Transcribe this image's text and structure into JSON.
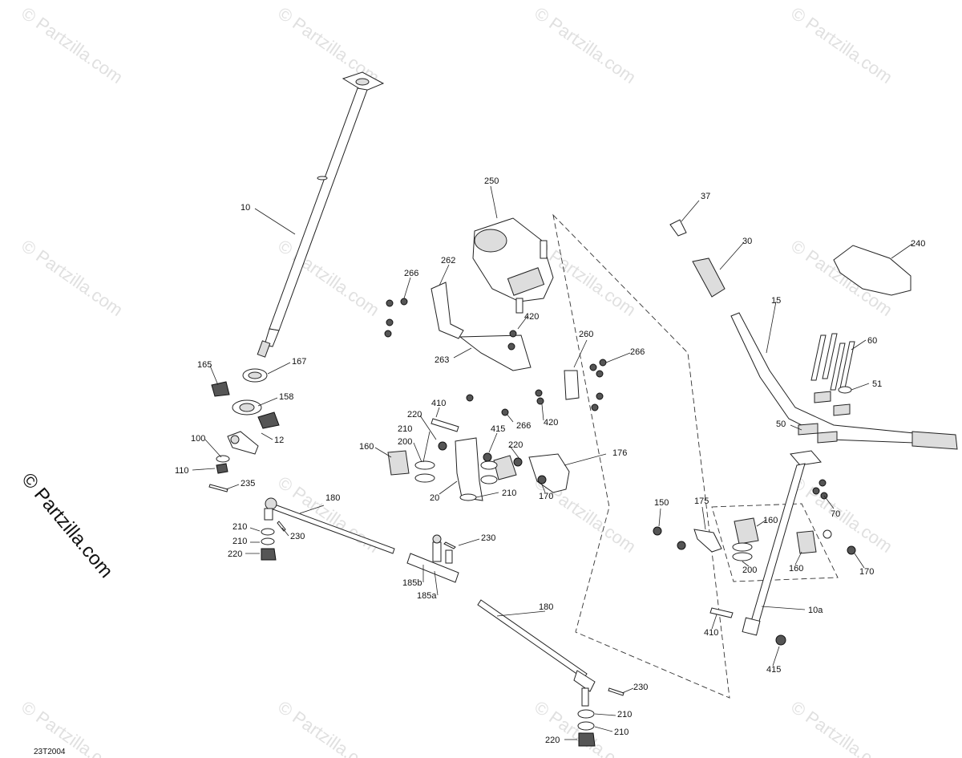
{
  "diagram": {
    "watermark_text": "© Partzilla.com",
    "side_watermark_text": "© Partzilla.com",
    "diagram_code": "23T2004",
    "callouts": [
      {
        "id": "c10",
        "label": "10"
      },
      {
        "id": "c165",
        "label": "165"
      },
      {
        "id": "c167",
        "label": "167"
      },
      {
        "id": "c158",
        "label": "158"
      },
      {
        "id": "c12",
        "label": "12"
      },
      {
        "id": "c100",
        "label": "100"
      },
      {
        "id": "c110",
        "label": "110"
      },
      {
        "id": "c235",
        "label": "235"
      },
      {
        "id": "c180a",
        "label": "180"
      },
      {
        "id": "c210a",
        "label": "210"
      },
      {
        "id": "c230a",
        "label": "230"
      },
      {
        "id": "c210b",
        "label": "210"
      },
      {
        "id": "c220a",
        "label": "220"
      },
      {
        "id": "c185b",
        "label": "185b"
      },
      {
        "id": "c185a",
        "label": "185a"
      },
      {
        "id": "c230b",
        "label": "230"
      },
      {
        "id": "c180b",
        "label": "180"
      },
      {
        "id": "c230c",
        "label": "230"
      },
      {
        "id": "c210c",
        "label": "210"
      },
      {
        "id": "c210d",
        "label": "210"
      },
      {
        "id": "c220b",
        "label": "220"
      },
      {
        "id": "c250",
        "label": "250"
      },
      {
        "id": "c262",
        "label": "262"
      },
      {
        "id": "c266a",
        "label": "266"
      },
      {
        "id": "c420a",
        "label": "420"
      },
      {
        "id": "c263",
        "label": "263"
      },
      {
        "id": "c260",
        "label": "260"
      },
      {
        "id": "c266b",
        "label": "266"
      },
      {
        "id": "c410a",
        "label": "410"
      },
      {
        "id": "c266c",
        "label": "266"
      },
      {
        "id": "c420b",
        "label": "420"
      },
      {
        "id": "c220c",
        "label": "220"
      },
      {
        "id": "c415a",
        "label": "415"
      },
      {
        "id": "c210e",
        "label": "210"
      },
      {
        "id": "c200a",
        "label": "200"
      },
      {
        "id": "c220d",
        "label": "220"
      },
      {
        "id": "c160a",
        "label": "160"
      },
      {
        "id": "c176",
        "label": "176"
      },
      {
        "id": "c20",
        "label": "20"
      },
      {
        "id": "c210f",
        "label": "210"
      },
      {
        "id": "c170a",
        "label": "170"
      },
      {
        "id": "c37",
        "label": "37"
      },
      {
        "id": "c30",
        "label": "30"
      },
      {
        "id": "c240",
        "label": "240"
      },
      {
        "id": "c15",
        "label": "15"
      },
      {
        "id": "c60",
        "label": "60"
      },
      {
        "id": "c51",
        "label": "51"
      },
      {
        "id": "c50",
        "label": "50"
      },
      {
        "id": "c70",
        "label": "70"
      },
      {
        "id": "c150",
        "label": "150"
      },
      {
        "id": "c175",
        "label": "175"
      },
      {
        "id": "c160b",
        "label": "160"
      },
      {
        "id": "c200b",
        "label": "200"
      },
      {
        "id": "c160c",
        "label": "160"
      },
      {
        "id": "c170b",
        "label": "170"
      },
      {
        "id": "c410b",
        "label": "410"
      },
      {
        "id": "c10a",
        "label": "10a"
      },
      {
        "id": "c415b",
        "label": "415"
      }
    ]
  }
}
